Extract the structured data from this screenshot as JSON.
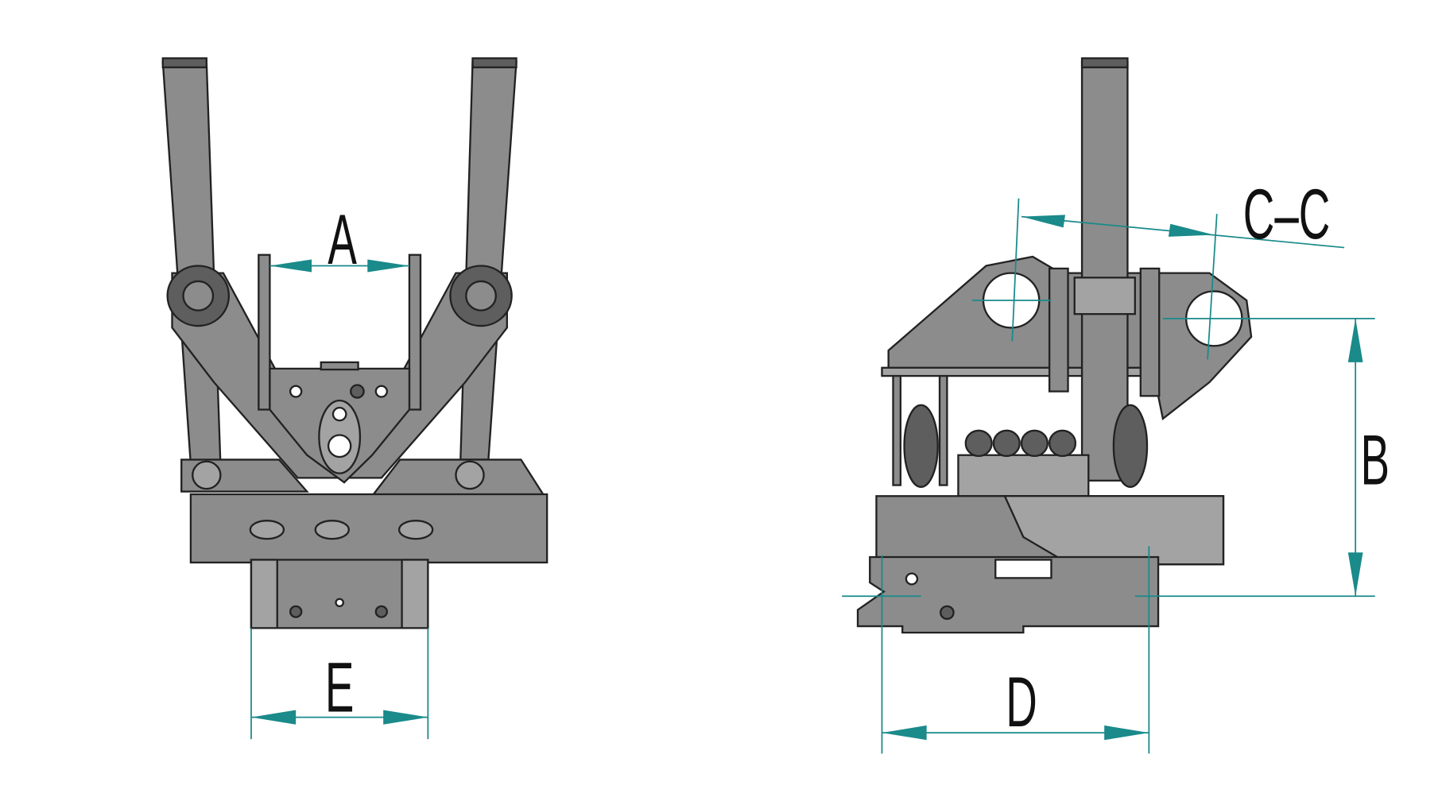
{
  "labels": {
    "a": "A",
    "b": "B",
    "cc": "C–C",
    "d": "D",
    "e": "E"
  },
  "colors": {
    "dimension": "#1a8a8a",
    "part": "#8c8c8c",
    "outline": "#222222"
  }
}
